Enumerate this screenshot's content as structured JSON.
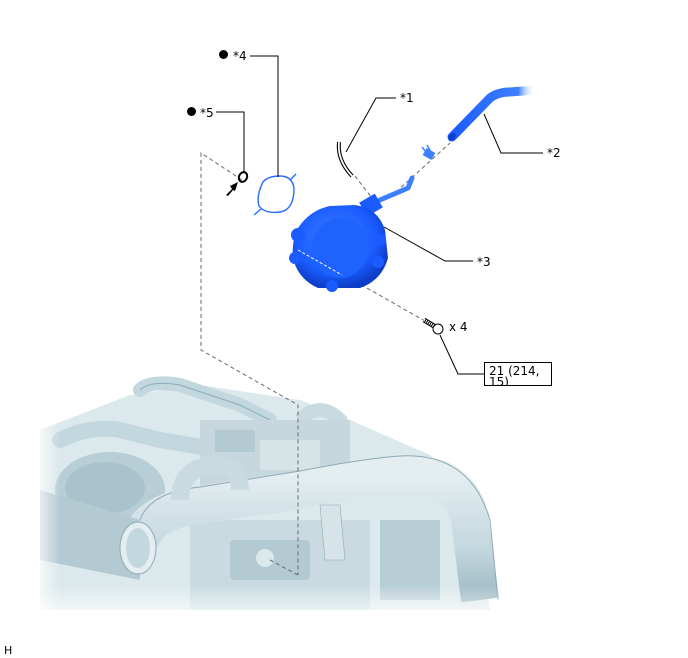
{
  "diagram": {
    "type": "exploded-parts-view",
    "subject": "vacuum pump assembly on engine",
    "callouts": [
      {
        "id": "*1",
        "label": "*1",
        "part": "hose"
      },
      {
        "id": "*2",
        "label": "*2",
        "part": "pipe"
      },
      {
        "id": "*3",
        "label": "*3",
        "part": "vacuum pump"
      },
      {
        "id": "*4",
        "label": "*4",
        "part": "gasket",
        "non_reusable": true
      },
      {
        "id": "*5",
        "label": "*5",
        "part": "o-ring",
        "non_reusable": true
      }
    ],
    "bolt": {
      "quantity_label": "x 4"
    },
    "torque": {
      "line1": "21 (214,",
      "line2": "15)"
    },
    "corner_code": "H",
    "colors": {
      "part_blue": "#1a5cff",
      "part_blue_light": "#5a9bff",
      "engine_fill": "#dbe8ec",
      "engine_shade": "#a9c3cc",
      "leader_line": "#000000",
      "dash_line": "#6a6a6a"
    }
  }
}
